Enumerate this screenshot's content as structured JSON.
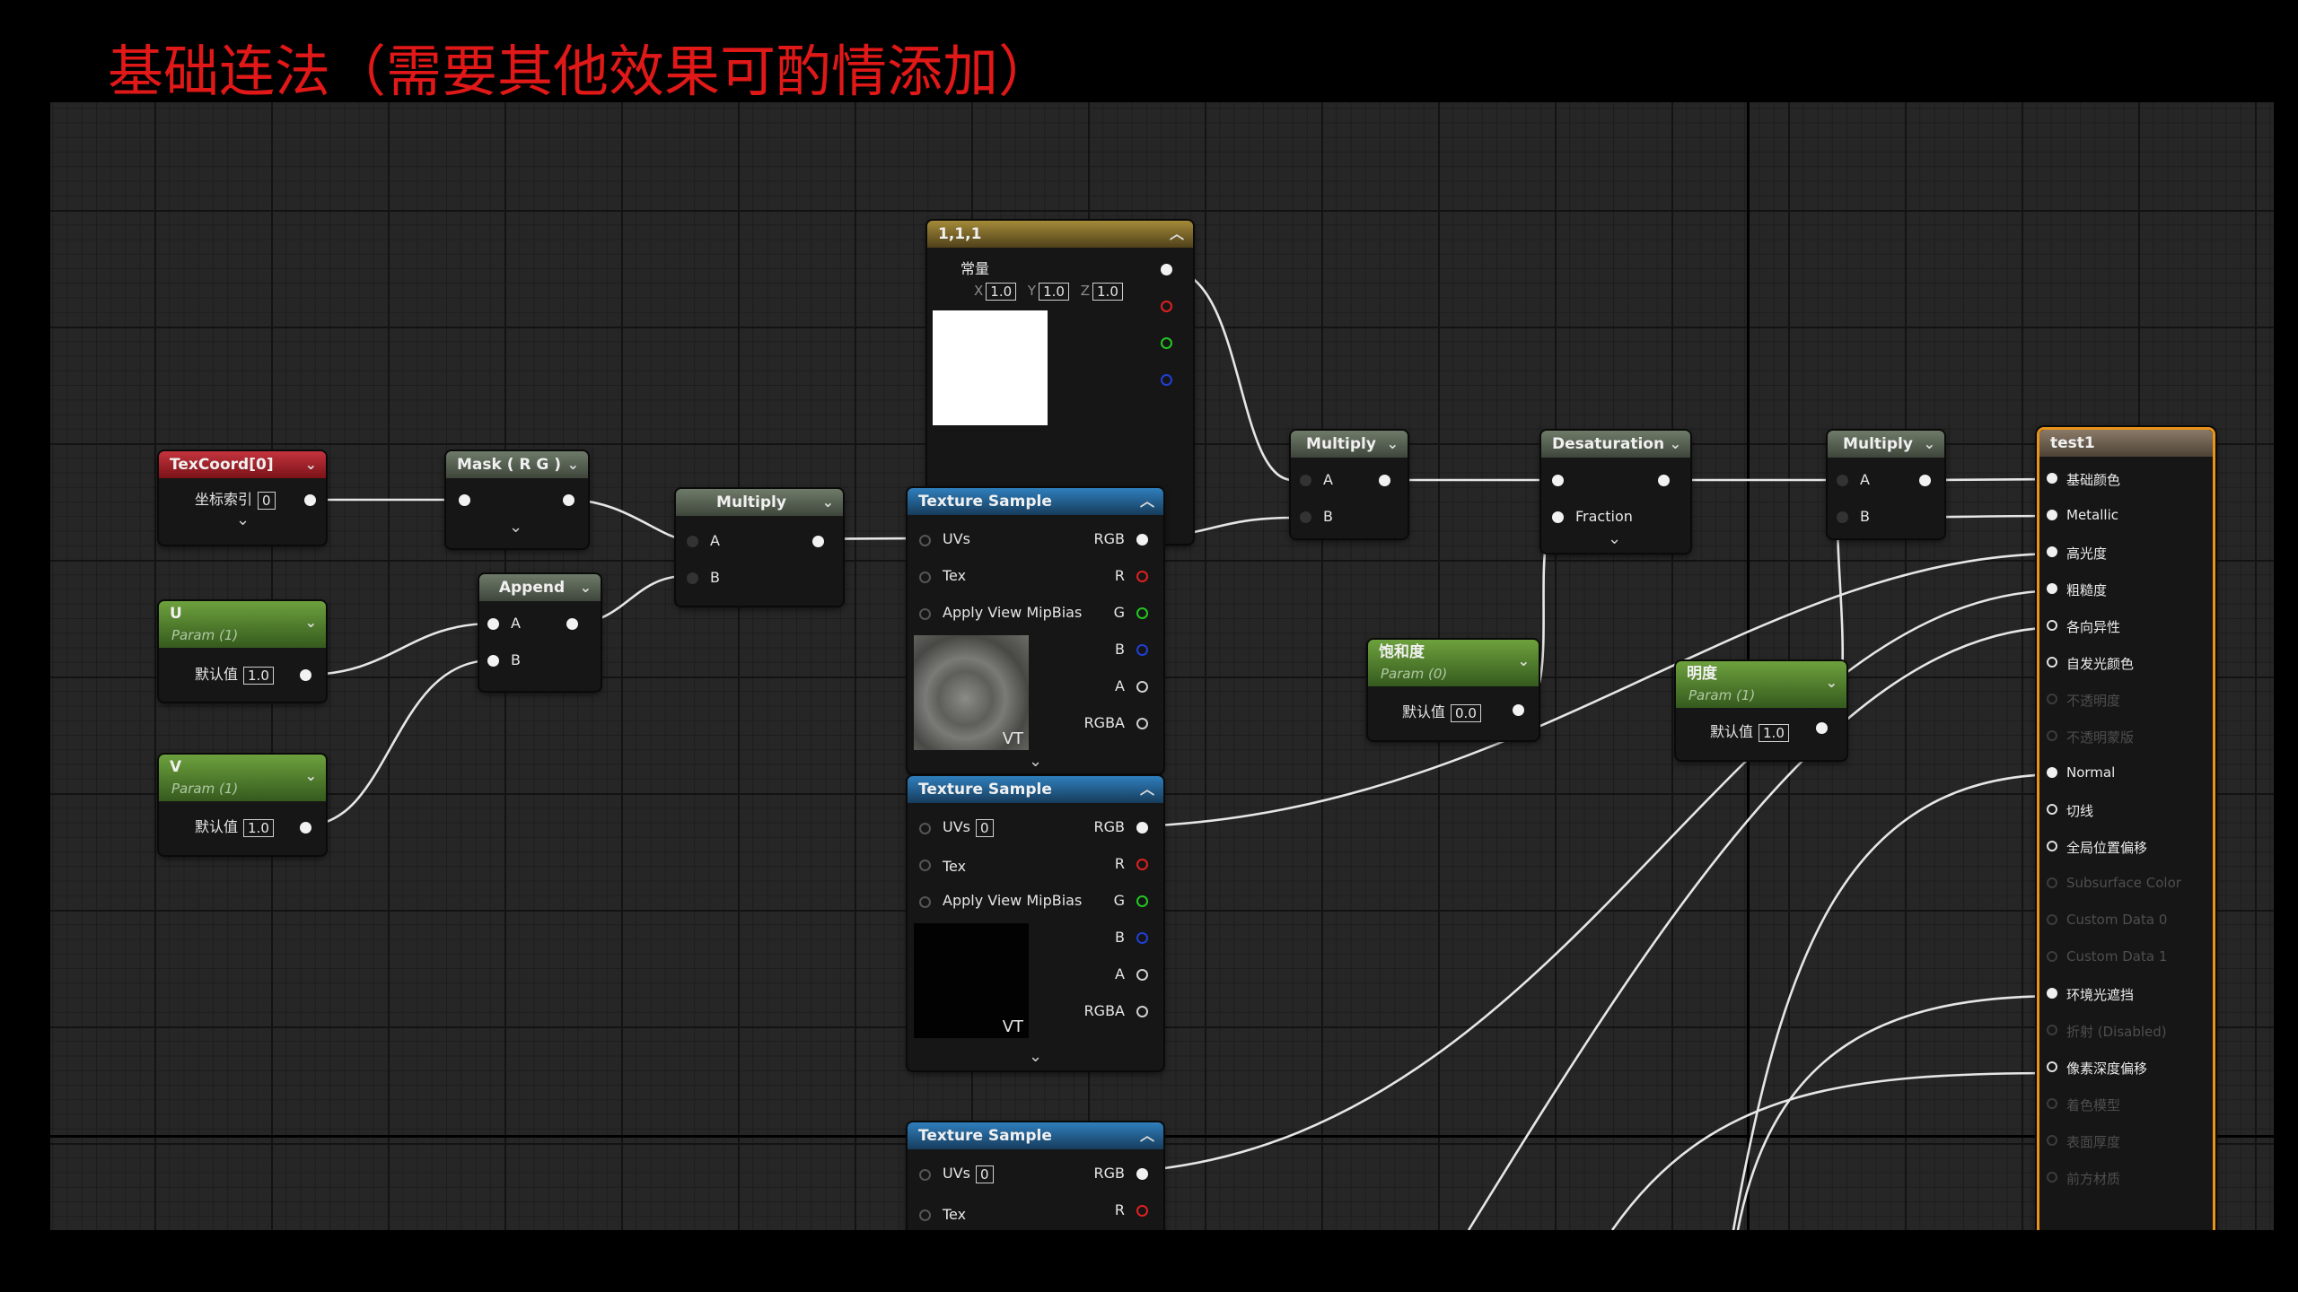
{
  "title": "基础连法（需要其他效果可酌情添加）",
  "nodes": {
    "texcoord": {
      "title": "TexCoord[0]",
      "label": "坐标索引",
      "value": "0"
    },
    "mask": {
      "title": "Mask ( R G )"
    },
    "multiply1": {
      "title": "Multiply",
      "pin_a": "A",
      "pin_b": "B"
    },
    "append": {
      "title": "Append",
      "pin_a": "A",
      "pin_b": "B"
    },
    "param_u": {
      "title": "U",
      "subtitle": "Param (1)",
      "label": "默认值",
      "value": "1.0"
    },
    "param_v": {
      "title": "V",
      "subtitle": "Param (1)",
      "label": "默认值",
      "value": "1.0"
    },
    "constant": {
      "title": "1,1,1",
      "label": "常量",
      "x_label": "X",
      "x_value": "1.0",
      "y_label": "Y",
      "y_value": "1.0",
      "z_label": "Z",
      "z_value": "1.0",
      "swatch_color": "#ffffff"
    },
    "tex1": {
      "title": "Texture Sample",
      "uvs": "UVs",
      "tex": "Tex",
      "mip": "Apply View MipBias",
      "rgb": "RGB",
      "r": "R",
      "g": "G",
      "b": "B",
      "a": "A",
      "rgba": "RGBA",
      "vt": "VT"
    },
    "tex2": {
      "title": "Texture Sample",
      "uvs": "UVs",
      "uvs_value": "0",
      "tex": "Tex",
      "mip": "Apply View MipBias",
      "rgb": "RGB",
      "r": "R",
      "g": "G",
      "b": "B",
      "a": "A",
      "rgba": "RGBA",
      "vt": "VT"
    },
    "tex3": {
      "title": "Texture Sample",
      "uvs": "UVs",
      "uvs_value": "0",
      "tex": "Tex",
      "rgb": "RGB",
      "r": "R"
    },
    "multiply2": {
      "title": "Multiply",
      "pin_a": "A",
      "pin_b": "B"
    },
    "desaturation": {
      "title": "Desaturation",
      "fraction": "Fraction"
    },
    "saturation": {
      "title": "饱和度",
      "subtitle": "Param (0)",
      "label": "默认值",
      "value": "0.0"
    },
    "brightness": {
      "title": "明度",
      "subtitle": "Param (1)",
      "label": "默认值",
      "value": "1.0"
    },
    "multiply3": {
      "title": "Multiply",
      "pin_a": "A",
      "pin_b": "B"
    }
  },
  "material": {
    "title": "test1",
    "inputs": [
      {
        "label": "基础颜色",
        "state": "connected"
      },
      {
        "label": "Metallic",
        "state": "connected"
      },
      {
        "label": "高光度",
        "state": "connected"
      },
      {
        "label": "粗糙度",
        "state": "connected"
      },
      {
        "label": "各向异性",
        "state": "open"
      },
      {
        "label": "自发光颜色",
        "state": "open"
      },
      {
        "label": "不透明度",
        "state": "disabled"
      },
      {
        "label": "不透明蒙版",
        "state": "disabled"
      },
      {
        "label": "Normal",
        "state": "connected"
      },
      {
        "label": "切线",
        "state": "open"
      },
      {
        "label": "全局位置偏移",
        "state": "open"
      },
      {
        "label": "Subsurface Color",
        "state": "disabled"
      },
      {
        "label": "Custom Data 0",
        "state": "disabled"
      },
      {
        "label": "Custom Data 1",
        "state": "disabled"
      },
      {
        "label": "环境光遮挡",
        "state": "connected"
      },
      {
        "label": "折射 (Disabled)",
        "state": "disabled"
      },
      {
        "label": "像素深度偏移",
        "state": "open"
      },
      {
        "label": "着色模型",
        "state": "disabled"
      },
      {
        "label": "表面厚度",
        "state": "disabled"
      },
      {
        "label": "前方材质",
        "state": "disabled"
      }
    ]
  },
  "colors": {
    "title_text": "#e01818",
    "material_border": "#e8931a",
    "pin_red": "#e02020",
    "pin_green": "#22c822",
    "pin_blue": "#1f3fd8"
  }
}
